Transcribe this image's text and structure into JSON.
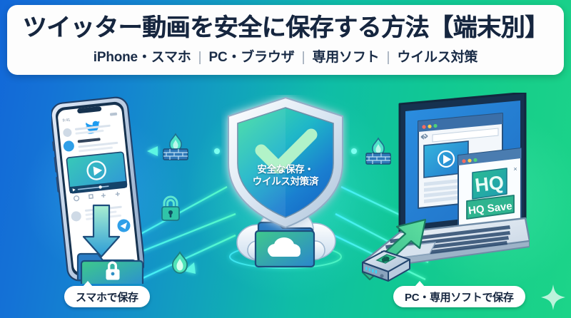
{
  "header": {
    "title": "ツイッター動画を安全に保存する方法【端末別】",
    "subtitle_parts": [
      "iPhone・スマホ",
      "PC・ブラウザ",
      "専用ソフト",
      "ウイルス対策"
    ],
    "subtitle_separator": "|"
  },
  "center": {
    "shield_label_line1": "安全な保存・",
    "shield_label_line2": "ウイルス対策済",
    "shield_icon": "shield-check-icon",
    "cloud_icon": "cloud-folder-icon"
  },
  "left": {
    "device": "smartphone",
    "app_icon": "twitter-bird-icon",
    "video_icon": "play-button-icon",
    "download_icon": "download-arrow-icon",
    "folder_icon": "locked-folder-icon",
    "pill_label": "スマホで保存"
  },
  "right": {
    "device": "laptop",
    "browser_icon": "browser-window-icon",
    "video_icon": "play-button-icon",
    "quality_badge": "HQ",
    "save_button": "HQ Save",
    "drive_icon": "locked-hard-drive-icon",
    "upload_icon": "upload-arrow-icon",
    "pill_label": "PC・専用ソフトで保存"
  },
  "security_icons": {
    "firewall_left": "firewall-flame-icon",
    "firewall_right": "firewall-flame-icon",
    "padlock_left": "padlock-icon",
    "flame_lower_left": "flame-icon"
  },
  "decor": {
    "sparkle": "sparkle-icon"
  },
  "colors": {
    "bg_start": "#1267d8",
    "bg_end": "#1cd489",
    "accent_green": "#24d18a",
    "neon_cyan": "#4ff7e0",
    "title_navy": "#16263f",
    "card_white": "#fdfdfd"
  }
}
